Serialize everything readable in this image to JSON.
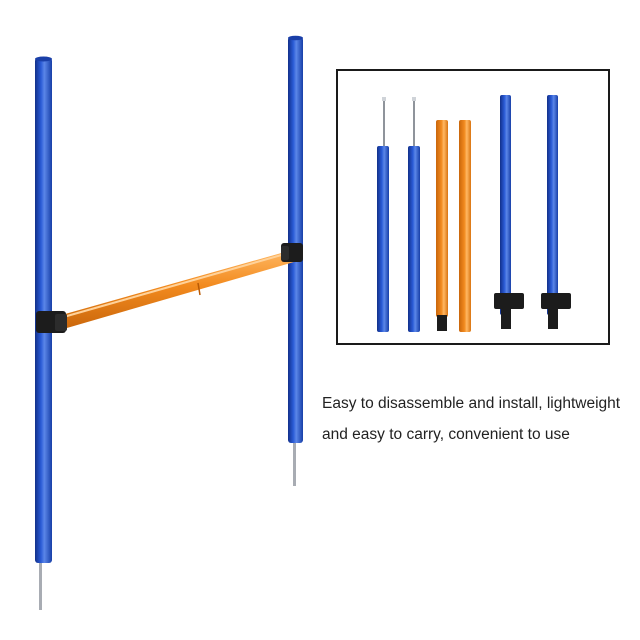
{
  "colors": {
    "pole_blue": "#1f4fc9",
    "pole_blue_highlight": "#5b86e8",
    "pole_blue_shadow": "#12308a",
    "bar_orange": "#f28a1e",
    "bar_orange_highlight": "#ffb863",
    "clip_black": "#1c1c1c",
    "spike_grey": "#a8acb3"
  },
  "caption": {
    "line1": "Easy to disassemble and install, lightweight",
    "line2": "and easy to carry, convenient to use"
  },
  "inset": {
    "parts": [
      "spike-pole",
      "spike-pole",
      "orange-bar-half",
      "orange-bar-half",
      "clip-pole",
      "clip-pole"
    ]
  }
}
